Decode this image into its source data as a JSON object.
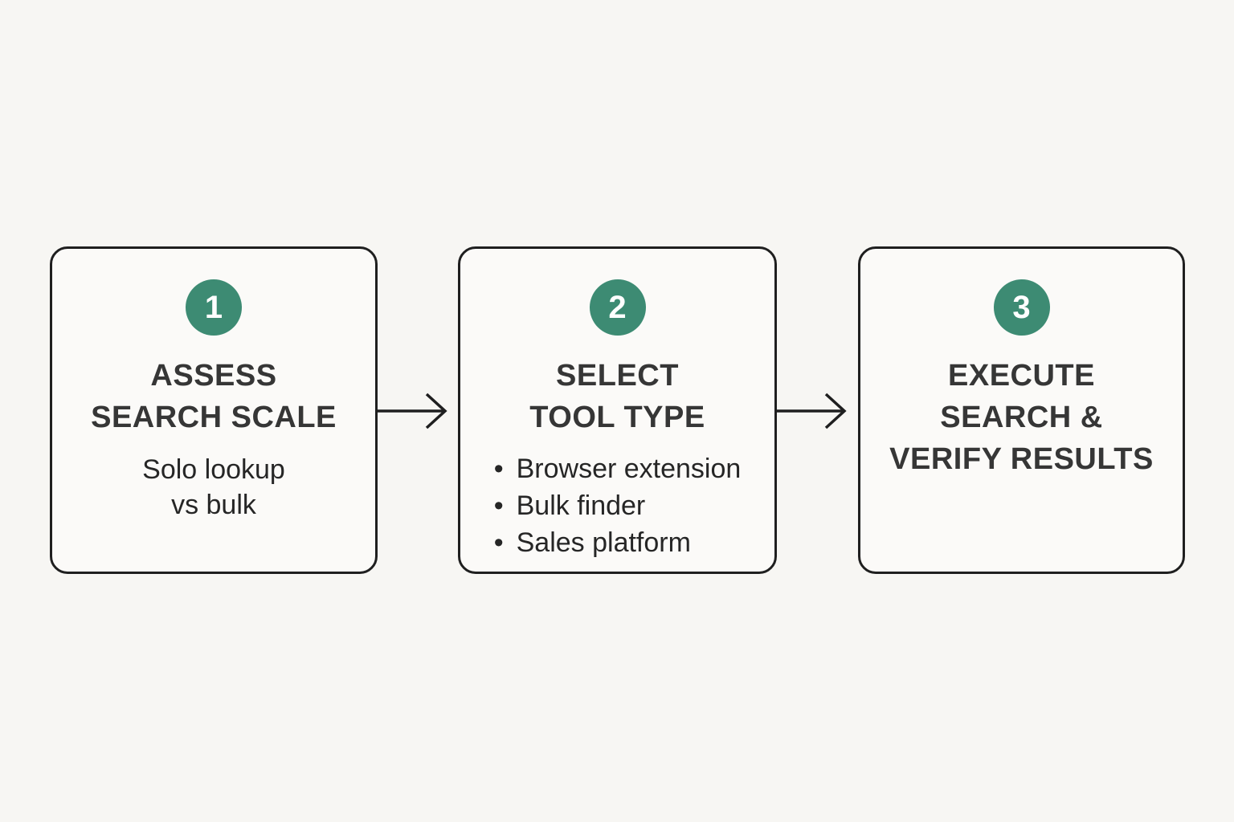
{
  "colors": {
    "background": "#f7f6f3",
    "box_fill": "#fbfaf8",
    "border": "#1f1f1f",
    "accent": "#3d8b73",
    "badge_text": "#ffffff",
    "title_text": "#363636",
    "body_text": "#262626"
  },
  "diagram": {
    "type": "process-flow",
    "steps": [
      {
        "number": "1",
        "title_lines": [
          "ASSESS",
          "SEARCH SCALE"
        ],
        "subtitle_lines": [
          "Solo lookup",
          "vs bulk"
        ],
        "bullets": []
      },
      {
        "number": "2",
        "title_lines": [
          "SELECT",
          "TOOL TYPE"
        ],
        "subtitle_lines": [],
        "bullets": [
          "Browser extension",
          "Bulk finder",
          "Sales platform"
        ],
        "bullet_glyph": "•"
      },
      {
        "number": "3",
        "title_lines": [
          "EXECUTE",
          "SEARCH &",
          "VERIFY RESULTS"
        ],
        "subtitle_lines": [],
        "bullets": []
      }
    ],
    "connectors": [
      "arrow-right",
      "arrow-right"
    ]
  }
}
